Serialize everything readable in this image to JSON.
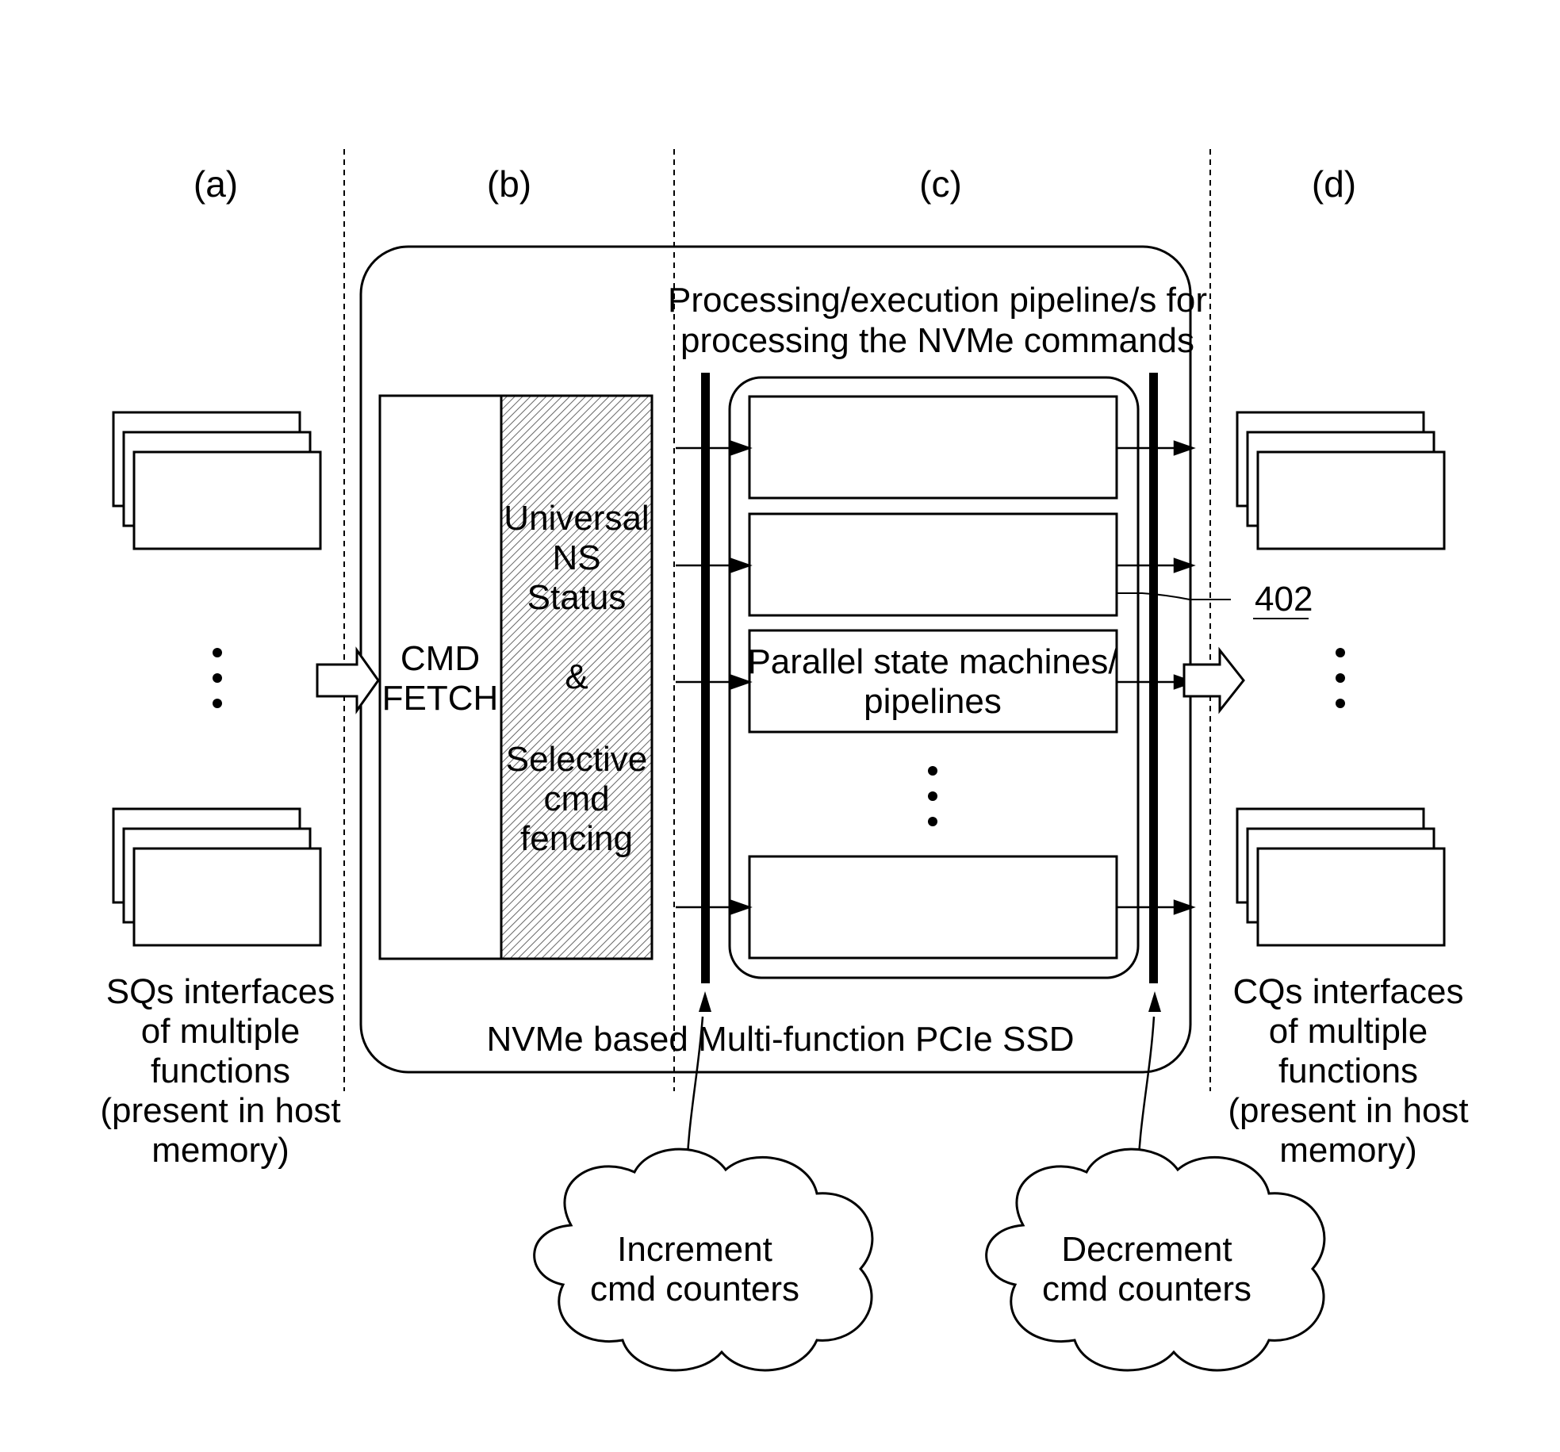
{
  "columns": {
    "a": "(a)",
    "b": "(b)",
    "c": "(c)",
    "d": "(d)"
  },
  "ssd_label": "NVMe based Multi-function PCIe SSD",
  "pipeline_title": [
    "Processing/execution pipeline/s for",
    "processing the NVMe commands"
  ],
  "cmd_fetch": [
    "CMD",
    "FETCH"
  ],
  "universal_block": [
    "Universal",
    "NS",
    "Status",
    "&",
    "Selective",
    "cmd",
    "fencing"
  ],
  "state_machine_label": [
    "Parallel state machines/",
    "pipelines"
  ],
  "reference_numeral": "402",
  "sq_label": [
    "SQs interfaces",
    "of multiple",
    "functions",
    "(present in host",
    "memory)"
  ],
  "cq_label": [
    "CQs interfaces",
    "of multiple",
    "functions",
    "(present in host",
    "memory)"
  ],
  "increment_cloud": [
    "Increment",
    "cmd counters"
  ],
  "decrement_cloud": [
    "Decrement",
    "cmd counters"
  ]
}
